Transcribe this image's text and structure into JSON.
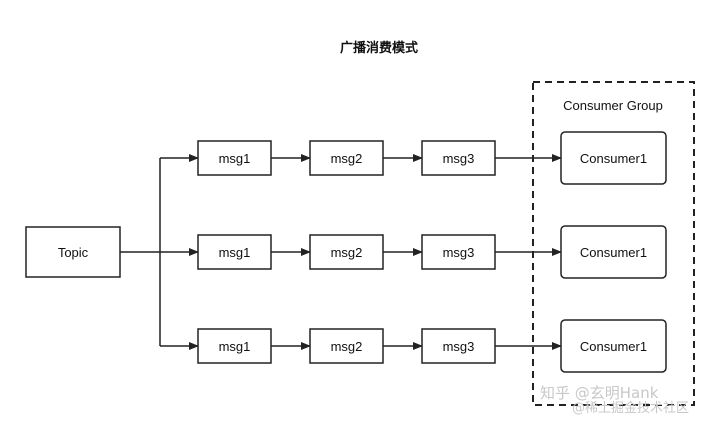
{
  "title": "广播消费模式",
  "group_label": "Consumer Group",
  "topic": "Topic",
  "rows": [
    {
      "messages": [
        "msg1",
        "msg2",
        "msg3"
      ],
      "consumer": "Consumer1"
    },
    {
      "messages": [
        "msg1",
        "msg2",
        "msg3"
      ],
      "consumer": "Consumer1"
    },
    {
      "messages": [
        "msg1",
        "msg2",
        "msg3"
      ],
      "consumer": "Consumer1"
    }
  ],
  "watermark": {
    "line1": "知乎 @玄明Hank",
    "line2": "@稀土掘金技术社区"
  },
  "colors": {
    "stroke": "#222222",
    "text": "#111111",
    "watermark": "#c8c8c8"
  }
}
